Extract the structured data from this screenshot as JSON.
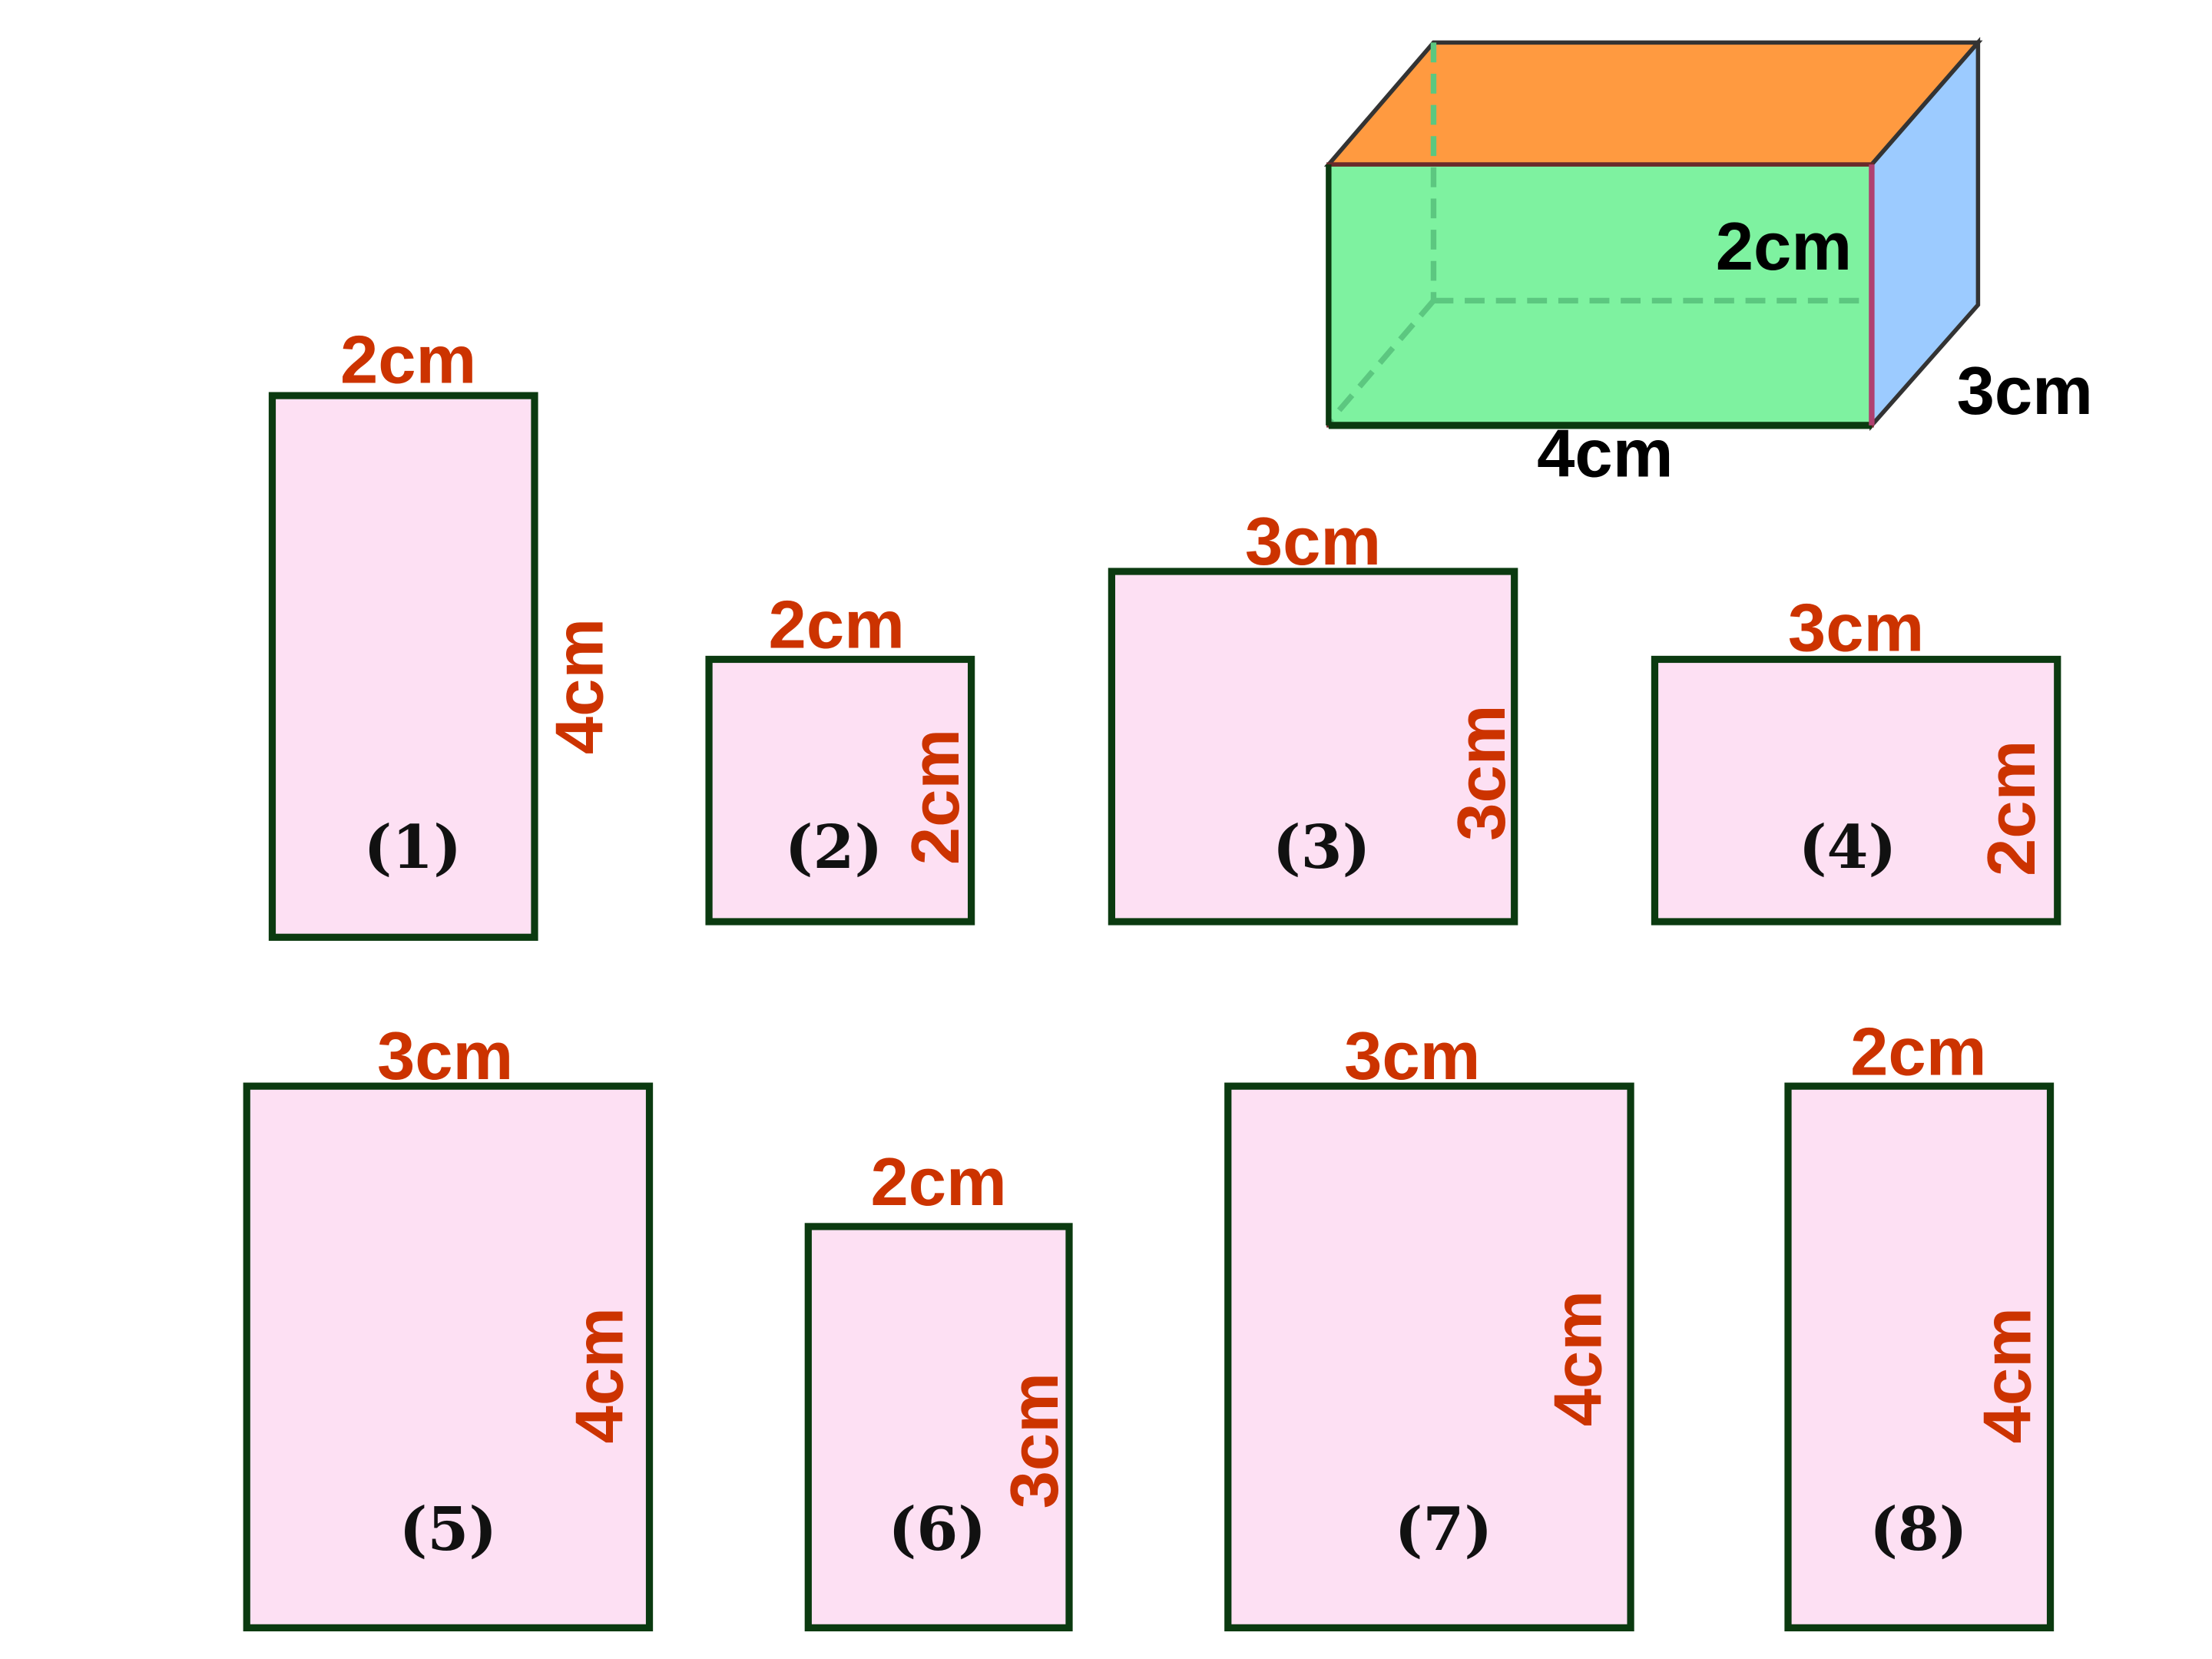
{
  "colors": {
    "face_fill": "#fde0f3",
    "face_stroke": "#0b3a10",
    "label_red": "#cc3300",
    "label_black": "#000000",
    "box_front": "#7ef2a0",
    "box_top": "#ff9a40",
    "box_side": "#9ccbff"
  },
  "box": {
    "height_label": "2cm",
    "depth_label": "3cm",
    "length_label": "4cm"
  },
  "faces": [
    {
      "id": "1",
      "label": "(1)",
      "top": "2cm",
      "side": "4cm"
    },
    {
      "id": "2",
      "label": "(2)",
      "top": "2cm",
      "side": "2cm"
    },
    {
      "id": "3",
      "label": "(3)",
      "top": "3cm",
      "side": "3cm"
    },
    {
      "id": "4",
      "label": "(4)",
      "top": "3cm",
      "side": "2cm"
    },
    {
      "id": "5",
      "label": "(5)",
      "top": "3cm",
      "side": "4cm"
    },
    {
      "id": "6",
      "label": "(6)",
      "top": "2cm",
      "side": "3cm"
    },
    {
      "id": "7",
      "label": "(7)",
      "top": "3cm",
      "side": "4cm"
    },
    {
      "id": "8",
      "label": "(8)",
      "top": "2cm",
      "side": "4cm"
    }
  ]
}
